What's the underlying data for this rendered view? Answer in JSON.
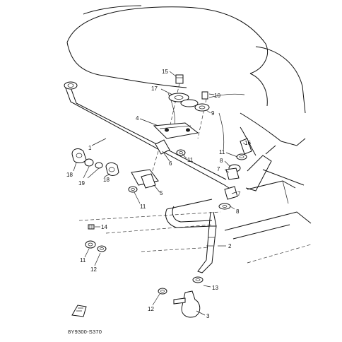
{
  "callouts": [
    {
      "id": "c15",
      "text": "15"
    },
    {
      "id": "c17",
      "text": "17"
    },
    {
      "id": "c10",
      "text": "10"
    },
    {
      "id": "c9",
      "text": "9"
    },
    {
      "id": "c4",
      "text": "4"
    },
    {
      "id": "c1",
      "text": "1"
    },
    {
      "id": "c16",
      "text": "16"
    },
    {
      "id": "c11a",
      "text": "11"
    },
    {
      "id": "c6",
      "text": "6"
    },
    {
      "id": "c11b",
      "text": "11"
    },
    {
      "id": "c8a",
      "text": "8"
    },
    {
      "id": "c7a",
      "text": "7"
    },
    {
      "id": "c18a",
      "text": "18"
    },
    {
      "id": "c19",
      "text": "19"
    },
    {
      "id": "c18b",
      "text": "18"
    },
    {
      "id": "c5",
      "text": "5"
    },
    {
      "id": "c7b",
      "text": "7"
    },
    {
      "id": "c11c",
      "text": "11"
    },
    {
      "id": "c8b",
      "text": "8"
    },
    {
      "id": "c14",
      "text": "14"
    },
    {
      "id": "c2",
      "text": "2"
    },
    {
      "id": "c11d",
      "text": "11"
    },
    {
      "id": "c12a",
      "text": "12"
    },
    {
      "id": "c13",
      "text": "13"
    },
    {
      "id": "c12b",
      "text": "12"
    },
    {
      "id": "c3",
      "text": "3"
    }
  ],
  "diagram_code": "8Y9300-S370"
}
